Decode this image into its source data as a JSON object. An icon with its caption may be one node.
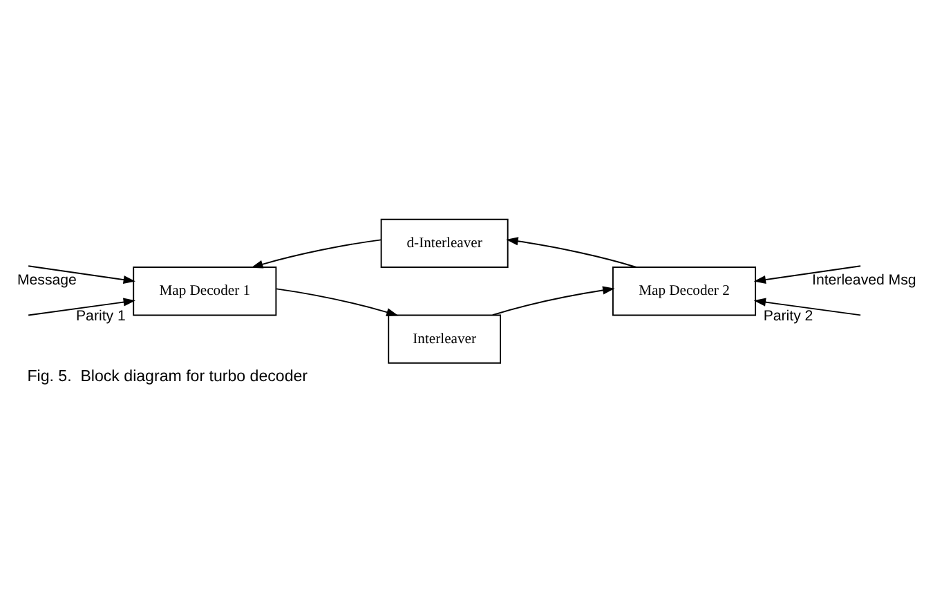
{
  "diagram": {
    "caption": "Fig. 5.  Block diagram for turbo decoder",
    "nodes": [
      {
        "text": [
          "d-Interleaver"
        ]
      },
      {
        "text": [
          "Map Decoder 1"
        ]
      },
      {
        "text": [
          "Map Decoder 2"
        ]
      },
      {
        "text": [
          "Interleaver"
        ]
      }
    ],
    "edges": [
      {
        "from": 2,
        "to": 0,
        "arrow": "to"
      },
      {
        "from": 0,
        "to": 1,
        "arrow": "to"
      },
      {
        "from": 1,
        "to": 3,
        "arrow": "to"
      },
      {
        "from": 3,
        "to": 2,
        "arrow": "to"
      },
      {
        "from": null,
        "to": 1,
        "arrow": "to",
        "label": "Message"
      },
      {
        "from": null,
        "to": 1,
        "arrow": "to",
        "label": "Parity 1"
      },
      {
        "from": null,
        "to": 2,
        "arrow": "to",
        "label": "Interleaved Msg"
      },
      {
        "from": null,
        "to": 2,
        "arrow": "to",
        "label": "Parity 2"
      }
    ]
  }
}
